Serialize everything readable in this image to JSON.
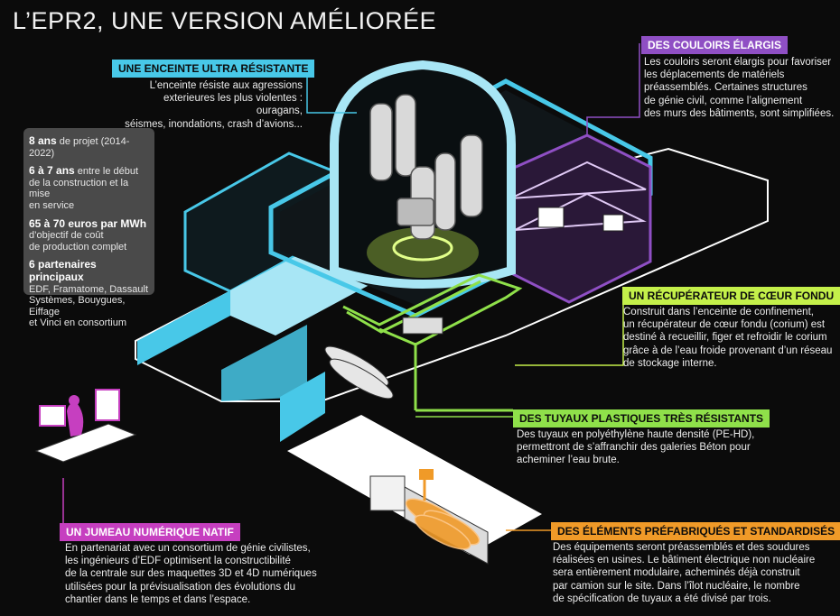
{
  "title": "L’EPR2, UNE VERSION AMÉLIORÉE",
  "colors": {
    "cyan": "#48c8e8",
    "purple": "#8f4fc4",
    "green": "#8fe04a",
    "lime": "#c4f04a",
    "orange": "#f09a28",
    "magenta": "#c63fc0"
  },
  "enceinte": {
    "label": "UNE ENCEINTE ULTRA RÉSISTANTE",
    "lines": [
      "L’enceinte résiste aux agressions",
      "exterieures les plus violentes : ouragans,",
      "séismes, inondations, crash d’avions..."
    ]
  },
  "couloirs": {
    "label": "DES COULOIRS ÉLARGIS",
    "lines": [
      "Les couloirs seront élargis pour favoriser",
      "les déplacements de matériels",
      "préassemblés. Certaines structures",
      "de génie civil, comme l’alignement",
      "des murs des bâtiments, sont simplifiées."
    ]
  },
  "stats": [
    {
      "strong": "8 ans",
      "text": " de projet (2014-2022)",
      "lines": []
    },
    {
      "strong": "6 à 7 ans",
      "text": " entre le début",
      "lines": [
        "de la construction et la mise",
        "en service"
      ]
    },
    {
      "strong": "65 à 70 euros par MWh",
      "text": "",
      "lines": [
        "d’objectif de coût",
        "de production complet"
      ]
    },
    {
      "strong": "6 partenaires principaux",
      "text": "",
      "lines": [
        "EDF, Framatome, Dassault",
        "Systèmes, Bouygues, Eiffage",
        "et Vinci en consortium"
      ]
    }
  ],
  "recuperateur": {
    "label": "UN RÉCUPÉRATEUR DE CŒUR FONDU",
    "lines": [
      "Construit dans l’enceinte de confinement,",
      "un récupérateur de cœur fondu (corium) est",
      "destiné à recueillir, figer et refroidir le corium",
      "grâce à de l’eau froide provenant d’un réseau",
      "de stockage interne."
    ]
  },
  "tuyaux": {
    "label": "DES TUYAUX PLASTIQUES TRÈS RÉSISTANTS",
    "lines": [
      "Des tuyaux en polyéthylène haute densité (PE-HD),",
      "permettront de s’affranchir des galeries Béton pour",
      "acheminer l’eau brute."
    ]
  },
  "jumeau": {
    "label": "UN JUMEAU NUMÉRIQUE NATIF",
    "lines": [
      "En partenariat avec un consortium de génie civilistes,",
      "les ingénieurs d’EDF optimisent la constructibilité",
      "de la centrale sur des maquettes 3D et 4D numériques",
      "utilisées pour la prévisualisation des évolutions du",
      "chantier dans le temps et dans l’espace."
    ]
  },
  "prefab": {
    "label": "DES ÉLÉMENTS PRÉFABRIQUÉS ET STANDARDISÉS",
    "lines": [
      "Des équipements seront préassemblés et des soudures",
      "réalisées en usines. Le bâtiment électrique non nucléaire",
      "sera entièrement modulaire, acheminés déjà construit",
      "par camion sur le site. Dans l’îlot nucléaire, le nombre",
      "de spécification de tuyaux a été divisé par trois."
    ]
  }
}
